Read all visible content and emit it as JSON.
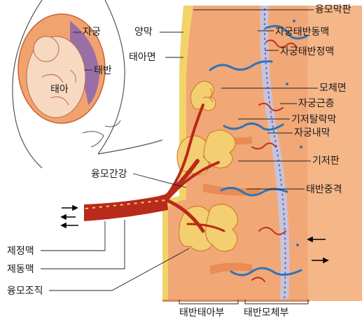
{
  "labels": {
    "uterus": "자궁",
    "placenta": "태반",
    "fetus": "태아",
    "amnion": "양막",
    "fetal_surface": "태아면",
    "chorionic_plate": "융모막판",
    "uteroplacental_artery": "자궁태반동맥",
    "uteroplacental_vein": "자궁태반정맥",
    "maternal_surface": "모체면",
    "myometrium": "자궁근층",
    "decidua_basalis": "기저탈락막",
    "endometrium": "자궁내막",
    "basal_plate": "기저판",
    "intervillous_space": "융모간강",
    "placental_septum": "태반중격",
    "umbilical_vein": "제정맥",
    "umbilical_artery": "제동맥",
    "villous_tissue": "융모조직",
    "fetal_part": "태반태아부",
    "maternal_part": "태반모체부"
  },
  "colors": {
    "placenta_tissue": "#f2a777",
    "maternal_wall": "#e98c55",
    "decidua_band": "#c7c3dc",
    "blue_vessel": "#2e74b8",
    "red_vessel": "#b82a1a",
    "villi": "#f3cf72",
    "skin": "#f7d9c2",
    "amnion_band": "#f1d36a"
  }
}
